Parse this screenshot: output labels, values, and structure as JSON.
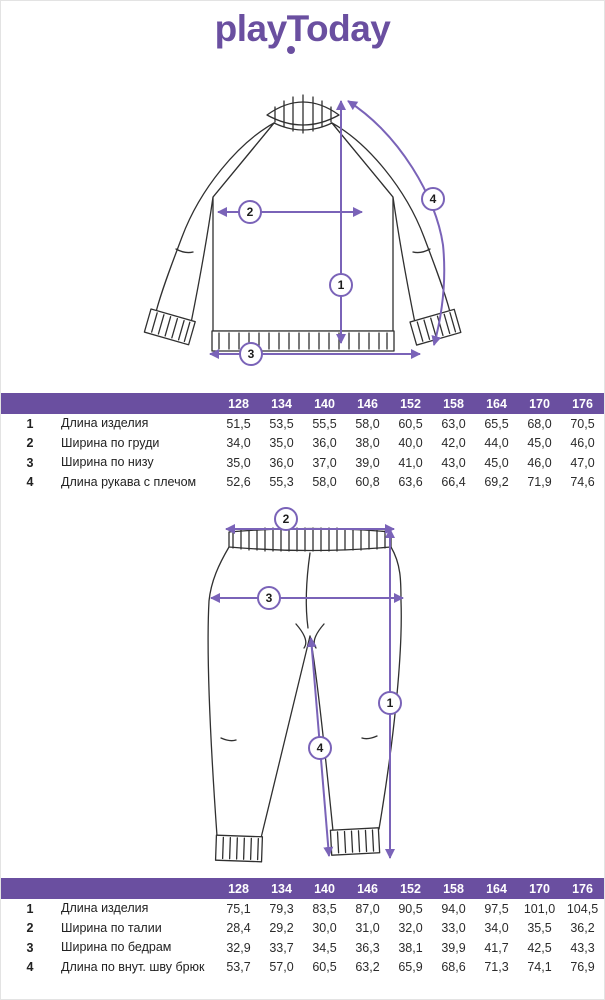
{
  "colors": {
    "accent": "#6a4fa0",
    "arrow": "#7a63b8",
    "garment_line": "#303030"
  },
  "brand": {
    "logo_part1": "play",
    "logo_part2": "Today"
  },
  "sizes": [
    "128",
    "134",
    "140",
    "146",
    "152",
    "158",
    "164",
    "170",
    "176"
  ],
  "sweatshirt": {
    "diagram_markers": {
      "m1": "1",
      "m2": "2",
      "m3": "3",
      "m4": "4"
    },
    "table": {
      "rows": [
        {
          "num": "1",
          "label": "Длина изделия",
          "values": [
            "51,5",
            "53,5",
            "55,5",
            "58,0",
            "60,5",
            "63,0",
            "65,5",
            "68,0",
            "70,5"
          ]
        },
        {
          "num": "2",
          "label": "Ширина по груди",
          "values": [
            "34,0",
            "35,0",
            "36,0",
            "38,0",
            "40,0",
            "42,0",
            "44,0",
            "45,0",
            "46,0"
          ]
        },
        {
          "num": "3",
          "label": "Ширина по низу",
          "values": [
            "35,0",
            "36,0",
            "37,0",
            "39,0",
            "41,0",
            "43,0",
            "45,0",
            "46,0",
            "47,0"
          ]
        },
        {
          "num": "4",
          "label": "Длина рукава с плечом",
          "values": [
            "52,6",
            "55,3",
            "58,0",
            "60,8",
            "63,6",
            "66,4",
            "69,2",
            "71,9",
            "74,6"
          ]
        }
      ]
    }
  },
  "pants": {
    "diagram_markers": {
      "m1": "1",
      "m2": "2",
      "m3": "3",
      "m4": "4"
    },
    "table": {
      "rows": [
        {
          "num": "1",
          "label": "Длина изделия",
          "values": [
            "75,1",
            "79,3",
            "83,5",
            "87,0",
            "90,5",
            "94,0",
            "97,5",
            "101,0",
            "104,5"
          ]
        },
        {
          "num": "2",
          "label": "Ширина по талии",
          "values": [
            "28,4",
            "29,2",
            "30,0",
            "31,0",
            "32,0",
            "33,0",
            "34,0",
            "35,5",
            "36,2"
          ]
        },
        {
          "num": "3",
          "label": "Ширина по бедрам",
          "values": [
            "32,9",
            "33,7",
            "34,5",
            "36,3",
            "38,1",
            "39,9",
            "41,7",
            "42,5",
            "43,3"
          ]
        },
        {
          "num": "4",
          "label": "Длина по внут. шву брюк",
          "values": [
            "53,7",
            "57,0",
            "60,5",
            "63,2",
            "65,9",
            "68,6",
            "71,3",
            "74,1",
            "76,9"
          ]
        }
      ]
    }
  }
}
